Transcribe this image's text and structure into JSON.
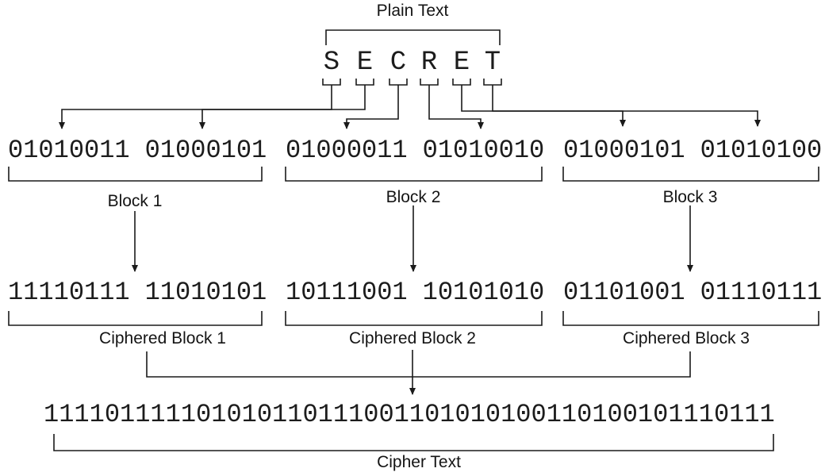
{
  "plain": {
    "label": "Plain Text",
    "letters": [
      "S",
      "E",
      "C",
      "R",
      "E",
      "T"
    ]
  },
  "blocks": [
    {
      "label": "Block 1",
      "byte1": "01010011",
      "byte2": "01000101",
      "ciphered_label": "Ciphered Block 1",
      "ciphered_byte1": "11110111",
      "ciphered_byte2": "11010101"
    },
    {
      "label": "Block 2",
      "byte1": "01000011",
      "byte2": "01010010",
      "ciphered_label": "Ciphered Block 2",
      "ciphered_byte1": "10111001",
      "ciphered_byte2": "10101010"
    },
    {
      "label": "Block 3",
      "byte1": "01000101",
      "byte2": "01010100",
      "ciphered_label": "Ciphered Block 3",
      "ciphered_byte1": "01101001",
      "ciphered_byte2": "01110111"
    }
  ],
  "cipher": {
    "label": "Cipher Text",
    "bits": "111101111101010110111001101010100110100101110111"
  },
  "colors": {
    "line": "#1a1a1a",
    "text": "#141414",
    "background": "#ffffff"
  }
}
